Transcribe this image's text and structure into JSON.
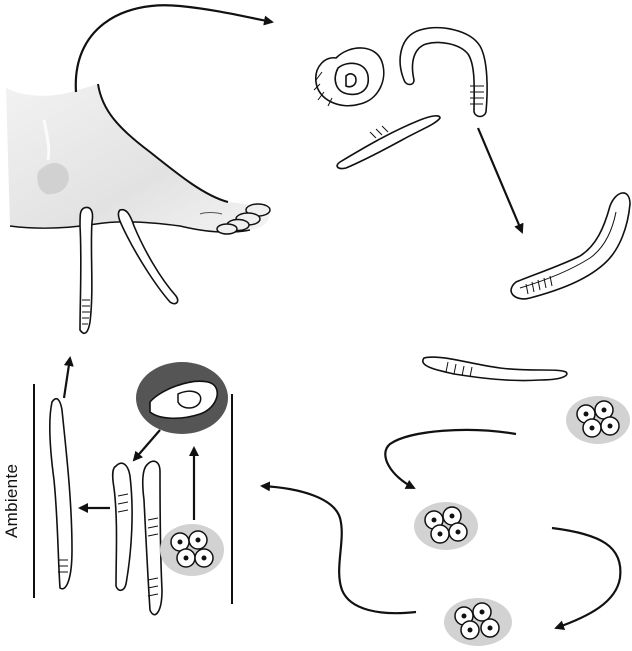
{
  "labels": {
    "environment": "Ambiente"
  },
  "colors": {
    "stroke": "#111111",
    "foot_fill": "#e6e6e6",
    "egg_halo": "#d2d2d2",
    "larva_halo": "#555555",
    "background": "#ffffff"
  },
  "icons": [
    "foot-illustration",
    "adult-worm",
    "filariform-larva",
    "rhabditiform-larva",
    "egg-icon",
    "arrow-icon"
  ]
}
